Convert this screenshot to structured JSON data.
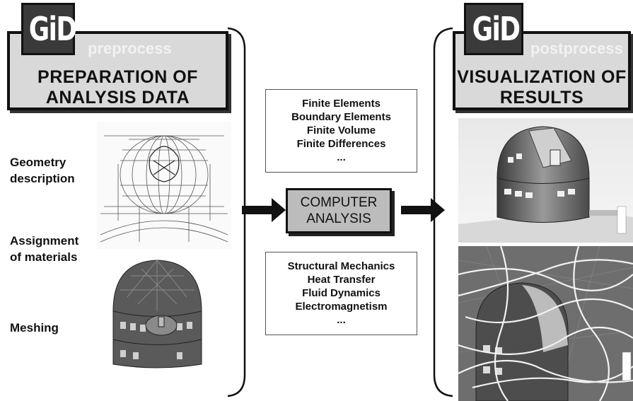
{
  "preprocess": {
    "logo": "GiD",
    "stage": "preprocess",
    "title_line1": "PREPARATION OF",
    "title_line2": "ANALYSIS DATA",
    "steps": {
      "geometry": [
        "Geometry",
        "description"
      ],
      "materials": [
        "Assignment",
        "of materials"
      ],
      "meshing": "Meshing"
    }
  },
  "methods": {
    "items": [
      "Finite Elements",
      "Boundary Elements",
      "Finite Volume",
      "Finite Differences",
      "..."
    ]
  },
  "computer": {
    "line1": "COMPUTER",
    "line2": "ANALYSIS"
  },
  "applications": {
    "items": [
      "Structural Mechanics",
      "Heat Transfer",
      "Fluid Dynamics",
      "Electromagnetism",
      "..."
    ]
  },
  "postprocess": {
    "logo": "GiD",
    "stage": "postprocess",
    "title_line1": "VISUALIZATION OF",
    "title_line2": "RESULTS"
  },
  "colors": {
    "header_bg": "#d9d9d9",
    "logo_bg": "#3a3a3a",
    "computer_bg": "#bcbcbc",
    "border": "#111111"
  }
}
